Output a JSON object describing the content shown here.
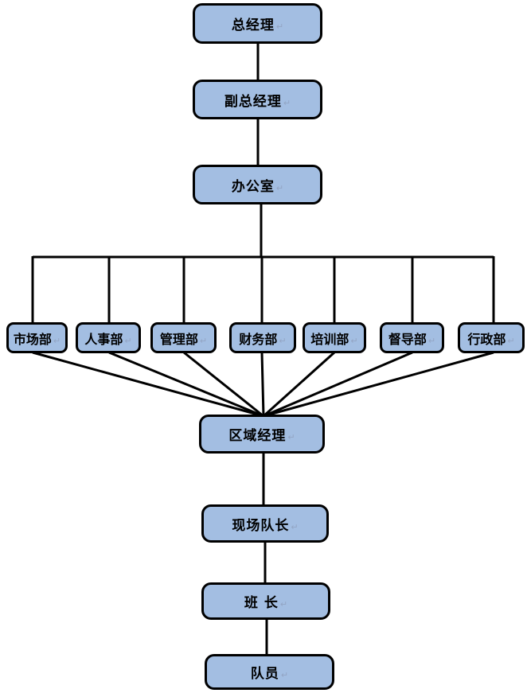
{
  "diagram": {
    "type": "organization-chart",
    "paragraph_mark": "↵",
    "colors": {
      "node_fill": "#A3BEE2",
      "node_border": "#000000",
      "connector": "#000000",
      "background": "#FFFFFF"
    },
    "nodes": [
      {
        "id": "general_manager",
        "label": "总经理"
      },
      {
        "id": "deputy_general_manager",
        "label": "副总经理"
      },
      {
        "id": "office",
        "label": "办公室"
      },
      {
        "id": "marketing_dept",
        "label": "市场部"
      },
      {
        "id": "hr_dept",
        "label": "人事部"
      },
      {
        "id": "management_dept",
        "label": "管理部"
      },
      {
        "id": "finance_dept",
        "label": "财务部"
      },
      {
        "id": "training_dept",
        "label": "培训部"
      },
      {
        "id": "supervision_dept",
        "label": "督导部"
      },
      {
        "id": "administration_dept",
        "label": "行政部"
      },
      {
        "id": "regional_manager",
        "label": "区域经理"
      },
      {
        "id": "site_captain",
        "label": "现场队长"
      },
      {
        "id": "squad_leader",
        "label": "班 长"
      },
      {
        "id": "team_member",
        "label": "队员"
      }
    ],
    "edges": [
      {
        "from": "general_manager",
        "to": "deputy_general_manager"
      },
      {
        "from": "deputy_general_manager",
        "to": "office"
      },
      {
        "from": "office",
        "to": "marketing_dept"
      },
      {
        "from": "office",
        "to": "hr_dept"
      },
      {
        "from": "office",
        "to": "management_dept"
      },
      {
        "from": "office",
        "to": "finance_dept"
      },
      {
        "from": "office",
        "to": "training_dept"
      },
      {
        "from": "office",
        "to": "supervision_dept"
      },
      {
        "from": "office",
        "to": "administration_dept"
      },
      {
        "from": "marketing_dept",
        "to": "regional_manager"
      },
      {
        "from": "hr_dept",
        "to": "regional_manager"
      },
      {
        "from": "management_dept",
        "to": "regional_manager"
      },
      {
        "from": "finance_dept",
        "to": "regional_manager"
      },
      {
        "from": "training_dept",
        "to": "regional_manager"
      },
      {
        "from": "supervision_dept",
        "to": "regional_manager"
      },
      {
        "from": "administration_dept",
        "to": "regional_manager"
      },
      {
        "from": "regional_manager",
        "to": "site_captain"
      },
      {
        "from": "site_captain",
        "to": "squad_leader"
      },
      {
        "from": "squad_leader",
        "to": "team_member"
      }
    ]
  }
}
